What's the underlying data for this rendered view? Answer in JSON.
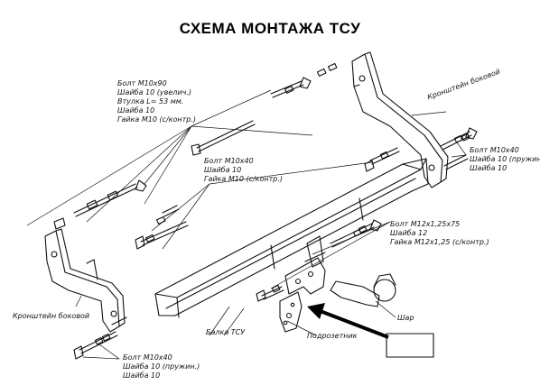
{
  "title": "СХЕМА МОНТАЖА ТСУ",
  "labels": {
    "bolt_m10x90_group": [
      "Болт М10х90",
      "Шайба 10 (увелич.)",
      "Втулка L= 53 мм.",
      "Шайба 10",
      "Гайка М10 (с/контр.)"
    ],
    "bolt_m10x40_center": [
      "Болт М10х40",
      "Шайба 10",
      "Гайка М10 (с/контр.)"
    ],
    "bracket_right": "Кронштейн боковой",
    "bolt_m10x40_right": [
      "Болт М10х40",
      "Шайба 10 (пружин.)",
      "Шайба 10"
    ],
    "bolt_m12_group": [
      "Болт М12х1,25х75",
      "Шайба 12",
      "Гайка М12х1,25 (с/контр.)"
    ],
    "bracket_left": "Кронштейн боковой",
    "ball": "Шар",
    "beam": "Балка ТСУ",
    "socket_plate": "Подрозетник",
    "bolt_m10x40_left": [
      "Болт М10х40",
      "Шайба 10 (пружин.)",
      "Шайба 10"
    ]
  }
}
